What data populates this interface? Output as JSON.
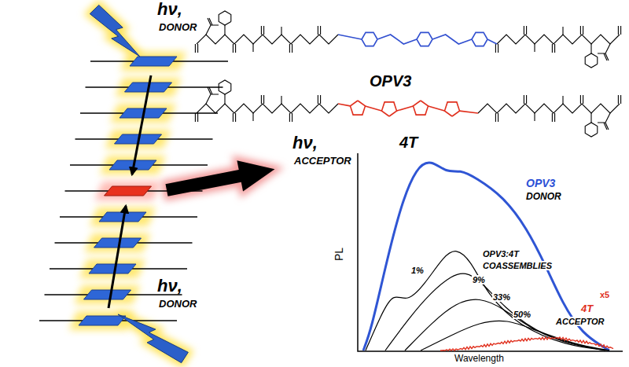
{
  "diagram": {
    "labels": [
      "hν,",
      "DONOR",
      "hν,",
      "ACCEPTOR",
      "hν,",
      "DONOR",
      "OPV3",
      "4T",
      "PL",
      "Wavelength",
      "OPV3",
      "DONOR",
      "1%",
      "9%",
      "33%",
      "50%",
      "OPV3:4T",
      "COASSEMBLIES",
      "4T",
      "ACCEPTOR",
      "x5"
    ]
  }
}
